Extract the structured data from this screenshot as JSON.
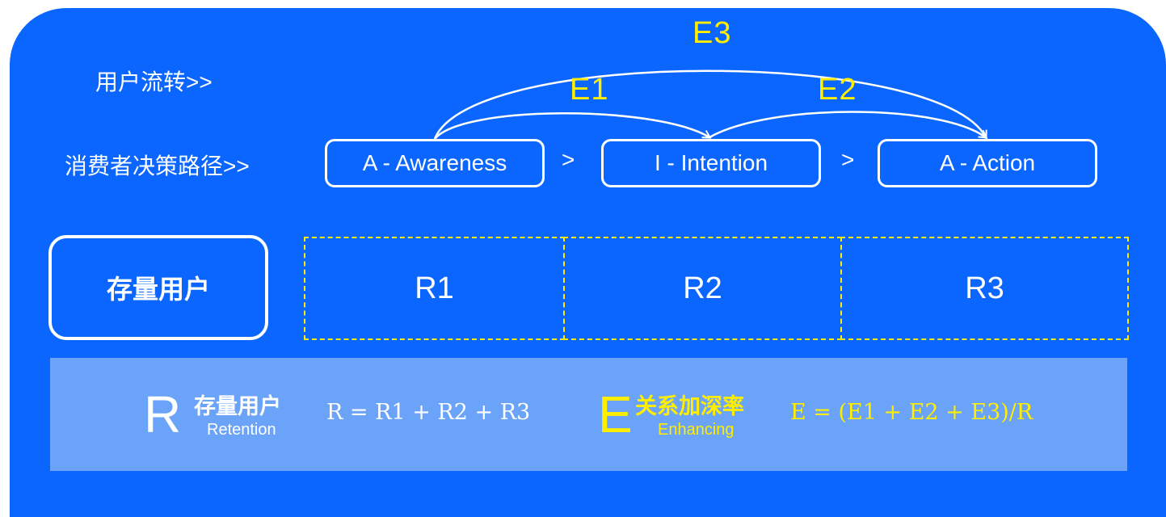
{
  "labels": {
    "user_flow": "用户流转>>",
    "decision_path": "消费者决策路径>>"
  },
  "stages": [
    {
      "label": "A - Awareness"
    },
    {
      "label": "I - Intention"
    },
    {
      "label": "A - Action"
    }
  ],
  "separators": [
    ">",
    ">"
  ],
  "edges": {
    "e1": "E1",
    "e2": "E2",
    "e3": "E3"
  },
  "stock": {
    "label": "存量用户",
    "cells": [
      "R1",
      "R2",
      "R3"
    ]
  },
  "legend": {
    "retention": {
      "letter": "R",
      "title_cn": "存量用户",
      "title_en": "Retention",
      "formula": "R = R1 +  R2 +  R3"
    },
    "enhancing": {
      "letter": "E",
      "title_cn": "关系加深率",
      "title_en": "Enhancing",
      "formula": "E = (E1 + E2 + E3)/R"
    }
  },
  "colors": {
    "background": "#0a66ff",
    "accent_yellow": "#ffee00",
    "formula_bar": "#6aa3f7",
    "white": "#ffffff"
  }
}
